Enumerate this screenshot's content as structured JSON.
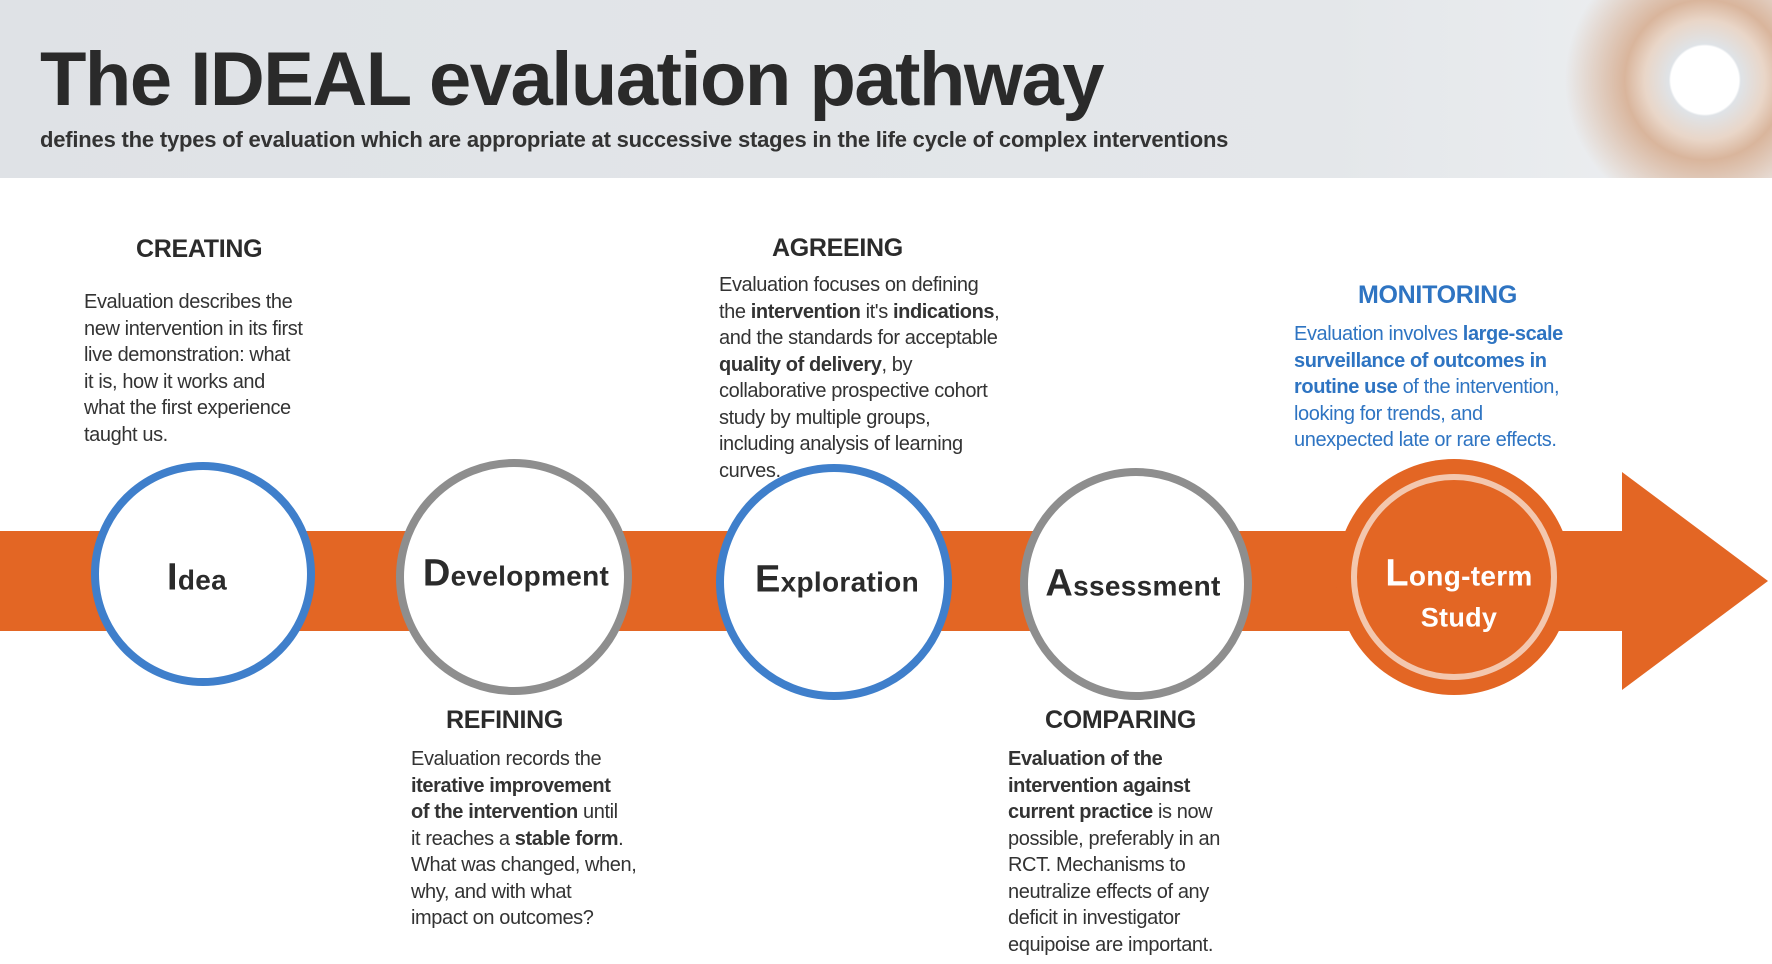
{
  "header": {
    "title": "The IDEAL evaluation pathway",
    "subtitle": "defines the types of evaluation which are appropriate at successive stages in the life cycle of complex interventions"
  },
  "colors": {
    "arrow": "#e36624",
    "blue_ring": "#3f7fcb",
    "grey_ring": "#8e8e8e",
    "monitoring_text": "#2e74c2"
  },
  "stages": [
    {
      "circle_cap": "I",
      "circle_rest": "dea",
      "heading": "CREATING",
      "body": [
        "Evaluation describes the",
        "new intervention in its first",
        "live demonstration: what",
        "it is, how it works and",
        "what the first experience",
        "taught us."
      ]
    },
    {
      "circle_cap": "D",
      "circle_rest": "evelopment",
      "heading": "REFINING",
      "body": [
        [
          "Evaluation records the"
        ],
        [
          {
            "b": "iterative improvement"
          }
        ],
        [
          {
            "b": "of the intervention"
          },
          " until"
        ],
        [
          "it reaches a ",
          {
            "b": "stable form"
          },
          "."
        ],
        [
          "What was changed, when,"
        ],
        [
          "why, and with what"
        ],
        [
          "impact on outcomes?"
        ]
      ]
    },
    {
      "circle_cap": "E",
      "circle_rest": "xploration",
      "heading": "AGREEING",
      "body": [
        [
          "Evaluation focuses on defining"
        ],
        [
          "the ",
          {
            "b": "intervention"
          },
          " it's ",
          {
            "b": "indications"
          },
          ","
        ],
        [
          "and the standards for acceptable"
        ],
        [
          {
            "b": "quality of delivery"
          },
          ", by"
        ],
        [
          "collaborative prospective cohort"
        ],
        [
          "study by multiple groups,"
        ],
        [
          "including analysis of learning"
        ],
        [
          "curves."
        ]
      ]
    },
    {
      "circle_cap": "A",
      "circle_rest": "ssessment",
      "heading": "COMPARING",
      "body": [
        [
          {
            "b": "Evaluation of the"
          }
        ],
        [
          {
            "b": "intervention against"
          }
        ],
        [
          {
            "b": "current practice"
          },
          " is now"
        ],
        [
          "possible, preferably in an"
        ],
        [
          "RCT. Mechanisms to"
        ],
        [
          "neutralize effects of any"
        ],
        [
          "deficit in investigator"
        ],
        [
          "equipoise are important."
        ]
      ]
    },
    {
      "circle_cap": "L",
      "circle_rest": "ong-term",
      "circle_line2": "Study",
      "heading": "MONITORING",
      "body": [
        [
          "Evaluation involves ",
          {
            "b": "large-scale"
          }
        ],
        [
          {
            "b": "surveillance of outcomes in"
          }
        ],
        [
          {
            "b": "routine use"
          },
          " of the intervention,"
        ],
        [
          "looking for trends, and"
        ],
        [
          "unexpected late or rare effects."
        ]
      ]
    }
  ]
}
